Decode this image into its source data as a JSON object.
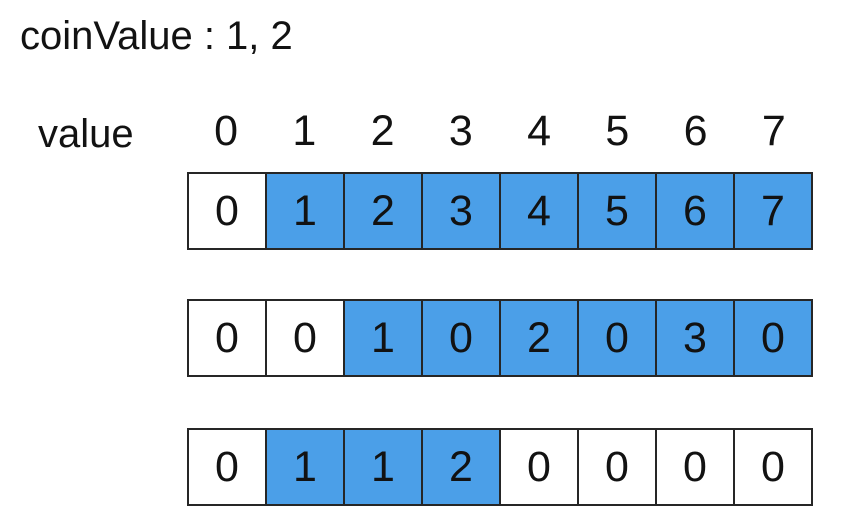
{
  "title": "coinValue : 1, 2",
  "header": {
    "label": "value",
    "indices": [
      "0",
      "1",
      "2",
      "3",
      "4",
      "5",
      "6",
      "7"
    ]
  },
  "colors": {
    "highlight_blue": "#4b9fe8",
    "cell_white": "#ffffff",
    "border": "#262626",
    "text": "#121212"
  },
  "rows": [
    {
      "cells": [
        {
          "value": "0",
          "fill": "#ffffff"
        },
        {
          "value": "1",
          "fill": "#4b9fe8"
        },
        {
          "value": "2",
          "fill": "#4b9fe8"
        },
        {
          "value": "3",
          "fill": "#4b9fe8"
        },
        {
          "value": "4",
          "fill": "#4b9fe8"
        },
        {
          "value": "5",
          "fill": "#4b9fe8"
        },
        {
          "value": "6",
          "fill": "#4b9fe8"
        },
        {
          "value": "7",
          "fill": "#4b9fe8"
        }
      ]
    },
    {
      "cells": [
        {
          "value": "0",
          "fill": "#ffffff"
        },
        {
          "value": "0",
          "fill": "#ffffff"
        },
        {
          "value": "1",
          "fill": "#4b9fe8"
        },
        {
          "value": "0",
          "fill": "#4b9fe8"
        },
        {
          "value": "2",
          "fill": "#4b9fe8"
        },
        {
          "value": "0",
          "fill": "#4b9fe8"
        },
        {
          "value": "3",
          "fill": "#4b9fe8"
        },
        {
          "value": "0",
          "fill": "#4b9fe8"
        }
      ]
    },
    {
      "cells": [
        {
          "value": "0",
          "fill": "#ffffff"
        },
        {
          "value": "1",
          "fill": "#4b9fe8"
        },
        {
          "value": "1",
          "fill": "#4b9fe8"
        },
        {
          "value": "2",
          "fill": "#4b9fe8"
        },
        {
          "value": "0",
          "fill": "#ffffff"
        },
        {
          "value": "0",
          "fill": "#ffffff"
        },
        {
          "value": "0",
          "fill": "#ffffff"
        },
        {
          "value": "0",
          "fill": "#ffffff"
        }
      ]
    }
  ]
}
